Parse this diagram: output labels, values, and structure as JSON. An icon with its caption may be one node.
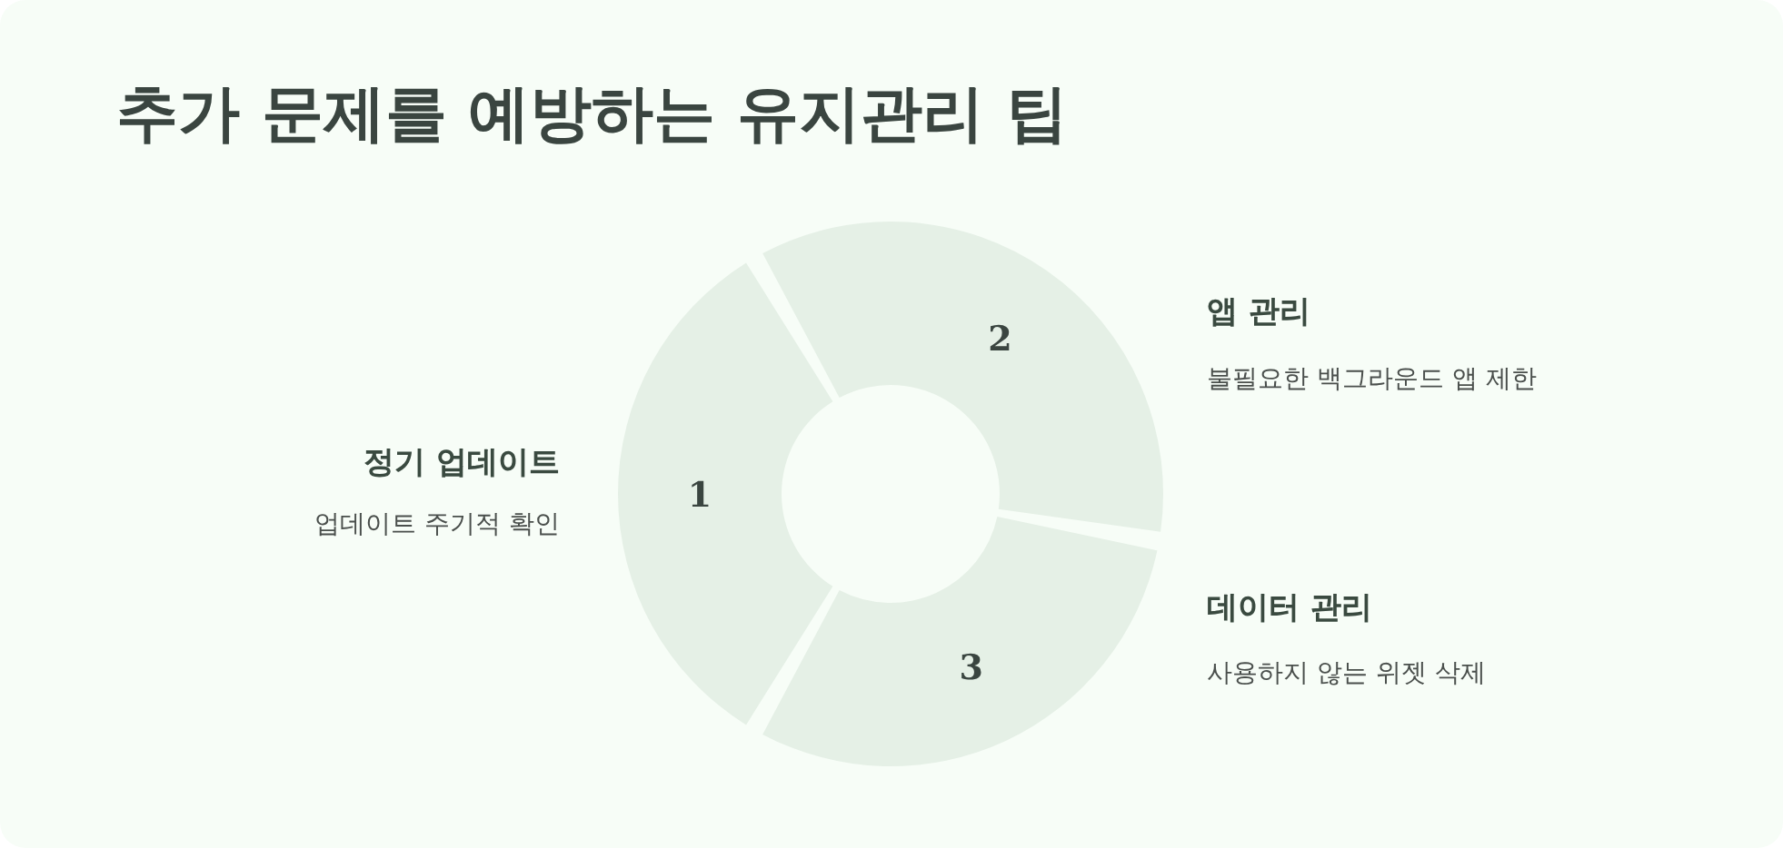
{
  "diagram": {
    "title": "추가 문제를 예방하는 유지관리 팁",
    "nodes": [
      {
        "text": [
          "1"
        ],
        "beside": [
          "정기 업데이트",
          "업데이트 주기적 확인"
        ]
      },
      {
        "text": [
          "2"
        ],
        "beside": [
          "앱 관리",
          "불필요한 백그라운드 앱 제한"
        ]
      },
      {
        "text": [
          "3"
        ],
        "beside": [
          "데이터 관리",
          "사용하지 않는 위젯 삭제"
        ]
      }
    ],
    "edges": []
  }
}
